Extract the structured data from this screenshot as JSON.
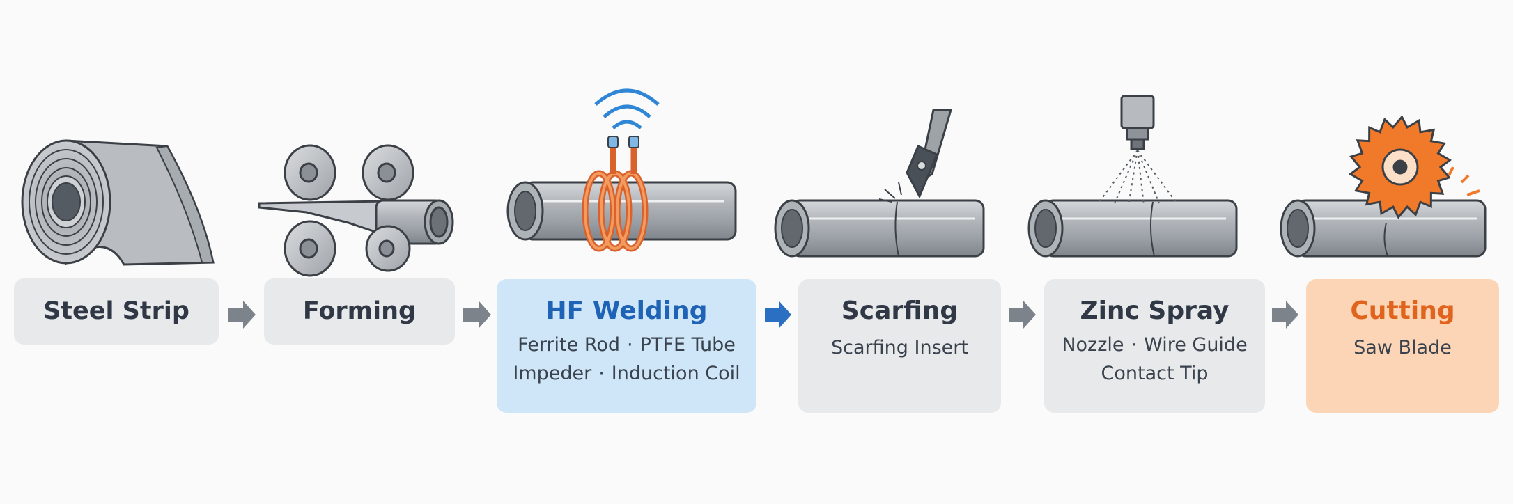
{
  "steps": [
    {
      "title": "Steel Strip",
      "lines": []
    },
    {
      "title": "Forming",
      "lines": []
    },
    {
      "title": "HF Welding",
      "lines": [
        [
          "Ferrite Rod",
          "PTFE Tube"
        ],
        [
          "Impeder",
          "Induction Coil"
        ]
      ]
    },
    {
      "title": "Scarfing",
      "lines": [
        [
          "Scarfing Insert"
        ]
      ]
    },
    {
      "title": "Zinc Spray",
      "lines": [
        [
          "Nozzle",
          "Wire Guide"
        ],
        [
          "Contact Tip"
        ]
      ]
    },
    {
      "title": "Cutting",
      "lines": [
        [
          "Saw Blade"
        ]
      ]
    }
  ],
  "separator": "·",
  "colors": {
    "box_default": "#e8e9eb",
    "box_highlight": "#cfe6f8",
    "highlight_text": "#1e63b5",
    "box_accent": "#fbd5b5",
    "accent_text": "#e0641e",
    "arrow_default": "#7d838b",
    "arrow_highlight": "#2a6fc2",
    "steel": "#9ea3a8",
    "copper": "#e07b3f",
    "saw": "#f07a2a"
  },
  "icons": [
    "steel-coil-icon",
    "forming-rollers-icon",
    "induction-coil-icon",
    "scarfing-tool-icon",
    "spray-nozzle-icon",
    "saw-blade-icon"
  ]
}
